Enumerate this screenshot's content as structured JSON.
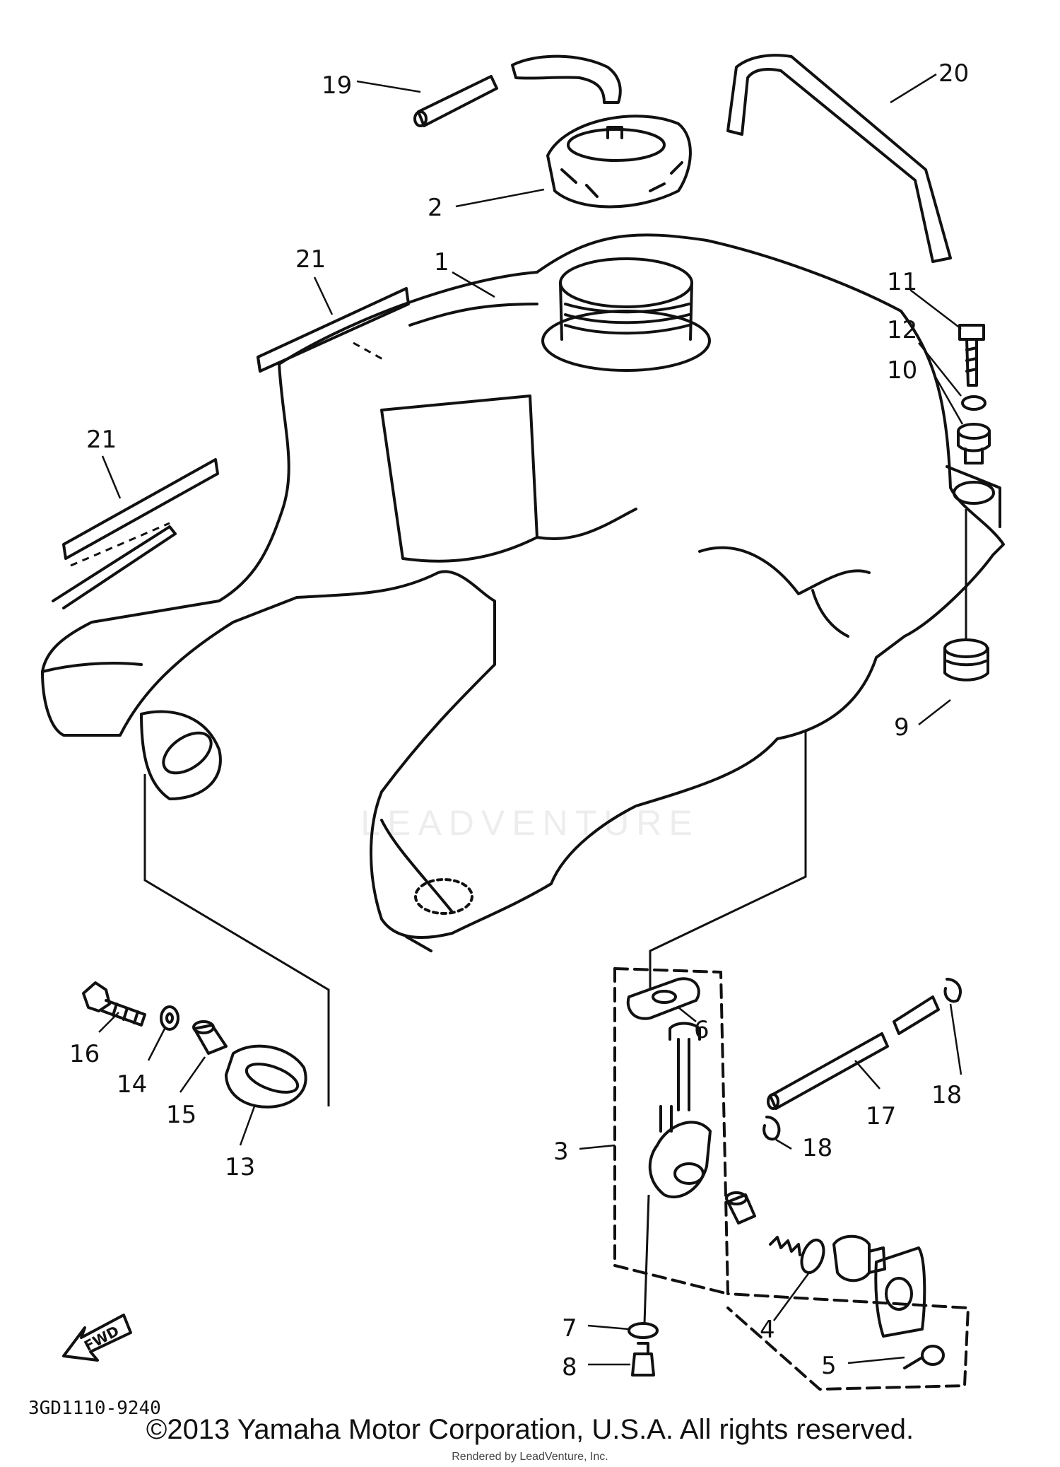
{
  "diagram": {
    "code": "3GD1110-9240",
    "copyright": "©2013 Yamaha Motor Corporation, U.S.A. All rights reserved.",
    "rendered_by": "Rendered by LeadVenture, Inc.",
    "watermark": "LEADVENTURE",
    "fwd_label": "FWD"
  },
  "callouts": [
    {
      "id": "c1",
      "label": "1"
    },
    {
      "id": "c2",
      "label": "2"
    },
    {
      "id": "c3",
      "label": "3"
    },
    {
      "id": "c4",
      "label": "4"
    },
    {
      "id": "c5",
      "label": "5"
    },
    {
      "id": "c6",
      "label": "6"
    },
    {
      "id": "c7",
      "label": "7"
    },
    {
      "id": "c8",
      "label": "8"
    },
    {
      "id": "c9",
      "label": "9"
    },
    {
      "id": "c10",
      "label": "10"
    },
    {
      "id": "c11",
      "label": "11"
    },
    {
      "id": "c12",
      "label": "12"
    },
    {
      "id": "c13",
      "label": "13"
    },
    {
      "id": "c14",
      "label": "14"
    },
    {
      "id": "c15",
      "label": "15"
    },
    {
      "id": "c16",
      "label": "16"
    },
    {
      "id": "c17",
      "label": "17"
    },
    {
      "id": "c18a",
      "label": "18"
    },
    {
      "id": "c18b",
      "label": "18"
    },
    {
      "id": "c19",
      "label": "19"
    },
    {
      "id": "c20",
      "label": "20"
    },
    {
      "id": "c21a",
      "label": "21"
    },
    {
      "id": "c21b",
      "label": "21"
    }
  ]
}
